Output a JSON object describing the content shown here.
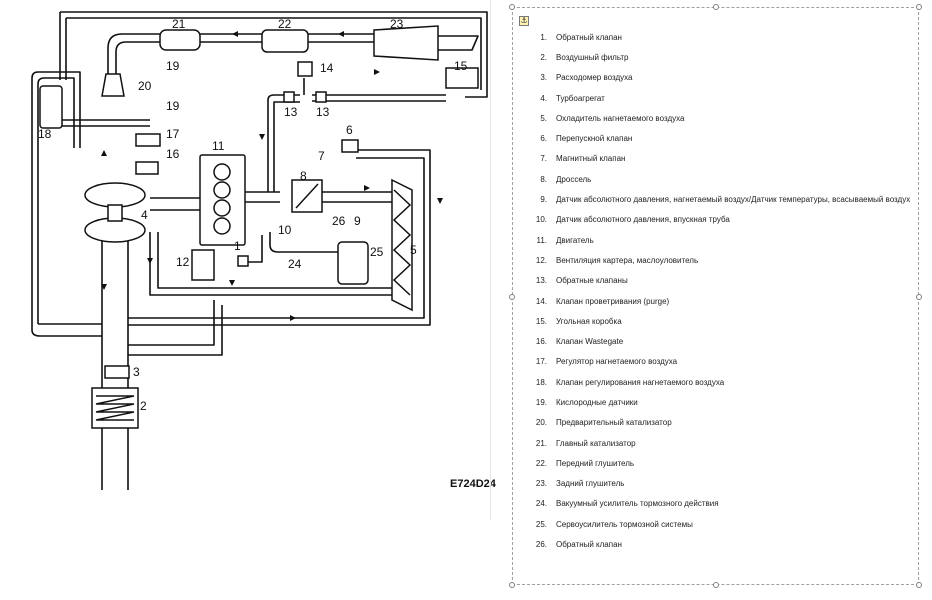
{
  "diagram": {
    "code": "E724D24",
    "labels": [
      {
        "n": "21"
      },
      {
        "n": "22"
      },
      {
        "n": "23"
      },
      {
        "n": "19"
      },
      {
        "n": "20"
      },
      {
        "n": "19"
      },
      {
        "n": "14"
      },
      {
        "n": "15"
      },
      {
        "n": "13"
      },
      {
        "n": "13"
      },
      {
        "n": "18"
      },
      {
        "n": "17"
      },
      {
        "n": "16"
      },
      {
        "n": "11"
      },
      {
        "n": "6"
      },
      {
        "n": "7"
      },
      {
        "n": "8"
      },
      {
        "n": "4"
      },
      {
        "n": "10"
      },
      {
        "n": "26"
      },
      {
        "n": "9"
      },
      {
        "n": "5"
      },
      {
        "n": "25"
      },
      {
        "n": "12"
      },
      {
        "n": "24"
      },
      {
        "n": "1"
      },
      {
        "n": "3"
      },
      {
        "n": "2"
      }
    ]
  },
  "legend": {
    "items": [
      {
        "num": "1.",
        "text": "Обратный клапан"
      },
      {
        "num": "2.",
        "text": "Воздушный фильтр"
      },
      {
        "num": "3.",
        "text": "Расходомер воздуха"
      },
      {
        "num": "4.",
        "text": "Турбоагрегат"
      },
      {
        "num": "5.",
        "text": "Охладитель нагнетаемого воздуха"
      },
      {
        "num": "6.",
        "text": "Перепускной клапан"
      },
      {
        "num": "7.",
        "text": "Магнитный клапан"
      },
      {
        "num": "8.",
        "text": "Дроссель"
      },
      {
        "num": "9.",
        "text": "Датчик абсолютного давления, нагнетаемый воздух/Датчик температуры, всасываемый воздух"
      },
      {
        "num": "10.",
        "text": "Датчик абсолютного давления, впускная труба"
      },
      {
        "num": "11.",
        "text": "Двигатель"
      },
      {
        "num": "12.",
        "text": "Вентиляция картера, маслоуловитель"
      },
      {
        "num": "13.",
        "text": "Обратные клапаны"
      },
      {
        "num": "14.",
        "text": "Клапан проветривания (purge)"
      },
      {
        "num": "15.",
        "text": "Угольная коробка"
      },
      {
        "num": "16.",
        "text": "Клапан Wastegate"
      },
      {
        "num": "17.",
        "text": "Регулятор нагнетаемого воздуха"
      },
      {
        "num": "18.",
        "text": "Клапан регулирования нагнетаемого воздуха"
      },
      {
        "num": "19.",
        "text": "Кислородные датчики"
      },
      {
        "num": "20.",
        "text": "Предварительный катализатор"
      },
      {
        "num": "21.",
        "text": "Главный катализатор"
      },
      {
        "num": "22.",
        "text": "Передний глушитель"
      },
      {
        "num": "23.",
        "text": "Задний глушитель"
      },
      {
        "num": "24.",
        "text": "Вакуумный усилитель тормозного действия"
      },
      {
        "num": "25.",
        "text": "Сервоусилитель тормозной системы"
      },
      {
        "num": "26.",
        "text": "Обратный клапан"
      }
    ]
  }
}
